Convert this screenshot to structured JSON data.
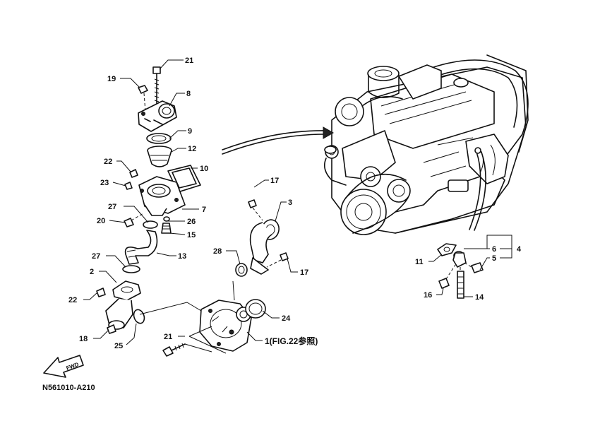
{
  "diagram": {
    "code": "N561010-A210",
    "fwd_label": "FWD",
    "figure_ref": "1(FIG.22参照)",
    "callouts": {
      "c21_top": "21",
      "c19": "19",
      "c8": "8",
      "c9": "9",
      "c12": "12",
      "c10": "10",
      "c22_upper": "22",
      "c23": "23",
      "c27_upper": "27",
      "c7": "7",
      "c20": "20",
      "c26": "26",
      "c15": "15",
      "c13": "13",
      "c27_lower": "27",
      "c2": "2",
      "c22_lower": "22",
      "c18": "18",
      "c25": "25",
      "c17_upper": "17",
      "c3": "3",
      "c28": "28",
      "c17_lower": "17",
      "c24": "24",
      "c21_lower": "21",
      "c11": "11",
      "c6": "6",
      "c5": "5",
      "c4": "4",
      "c16": "16",
      "c14": "14"
    }
  }
}
